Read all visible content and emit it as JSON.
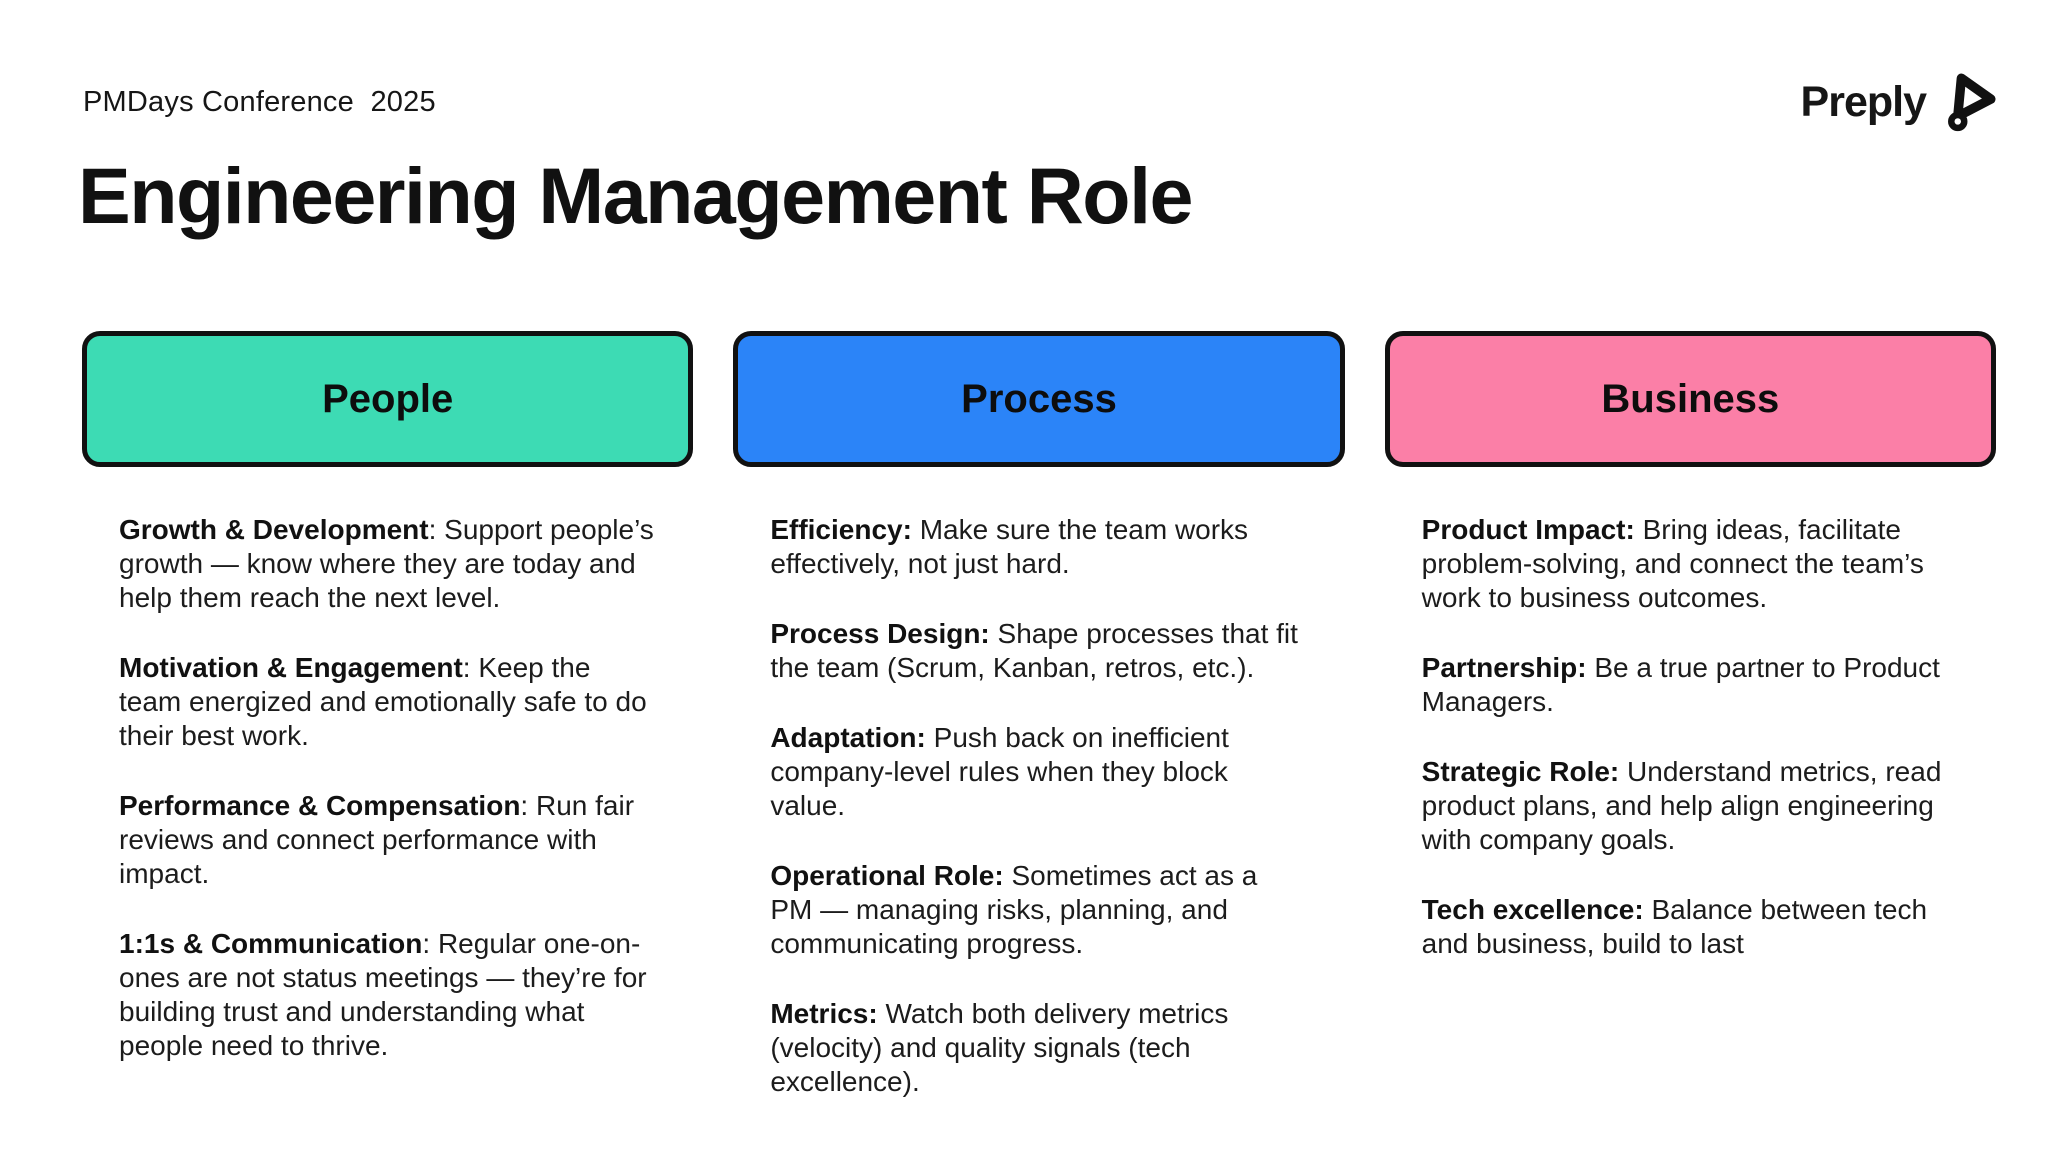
{
  "header": {
    "conference": "PMDays Conference  2025",
    "logo_text": "Preply"
  },
  "title": "Engineering Management Role",
  "colors": {
    "people": "#3DDBB4",
    "process": "#2B84F8",
    "business": "#FB7FA7",
    "border": "#111111",
    "text": "#1C1C1C",
    "background": "#FFFFFF"
  },
  "columns": [
    {
      "name": "People",
      "color": "#3DDBB4",
      "items": [
        {
          "label": "Growth & Development",
          "text": ": Support people’s growth — know where they are today and help them reach the next level."
        },
        {
          "label": "Motivation & Engagement",
          "text": ": Keep the team energized and emotionally safe to do their best work."
        },
        {
          "label": "Performance & Compensation",
          "text": ": Run fair reviews and connect performance with impact."
        },
        {
          "label": "1:1s & Communication",
          "text": ": Regular one-on-ones are not status meetings — they’re for building trust and understanding what people need to thrive."
        }
      ]
    },
    {
      "name": "Process",
      "color": "#2B84F8",
      "items": [
        {
          "label": "Efficiency:",
          "text": " Make sure the team works effectively, not just hard."
        },
        {
          "label": "Process Design:",
          "text": " Shape processes that fit the team (Scrum, Kanban, retros, etc.)."
        },
        {
          "label": "Adaptation:",
          "text": " Push back on inefficient company-level rules when they block value."
        },
        {
          "label": "Operational Role:",
          "text": " Sometimes act as a PM — managing risks, planning, and communicating progress."
        },
        {
          "label": "Metrics:",
          "text": " Watch both delivery metrics (velocity) and quality signals (tech excellence)."
        }
      ]
    },
    {
      "name": "Business",
      "color": "#FB7FA7",
      "items": [
        {
          "label": "Product Impact:",
          "text": " Bring ideas, facilitate problem-solving, and connect the team’s work to business outcomes."
        },
        {
          "label": "Partnership:",
          "text": " Be a true partner to Product Managers."
        },
        {
          "label": "Strategic Role:",
          "text": " Understand metrics, read product plans, and help align engineering with company goals."
        },
        {
          "label": "Tech excellence:",
          "text": " Balance between tech and business, build to last"
        }
      ]
    }
  ]
}
